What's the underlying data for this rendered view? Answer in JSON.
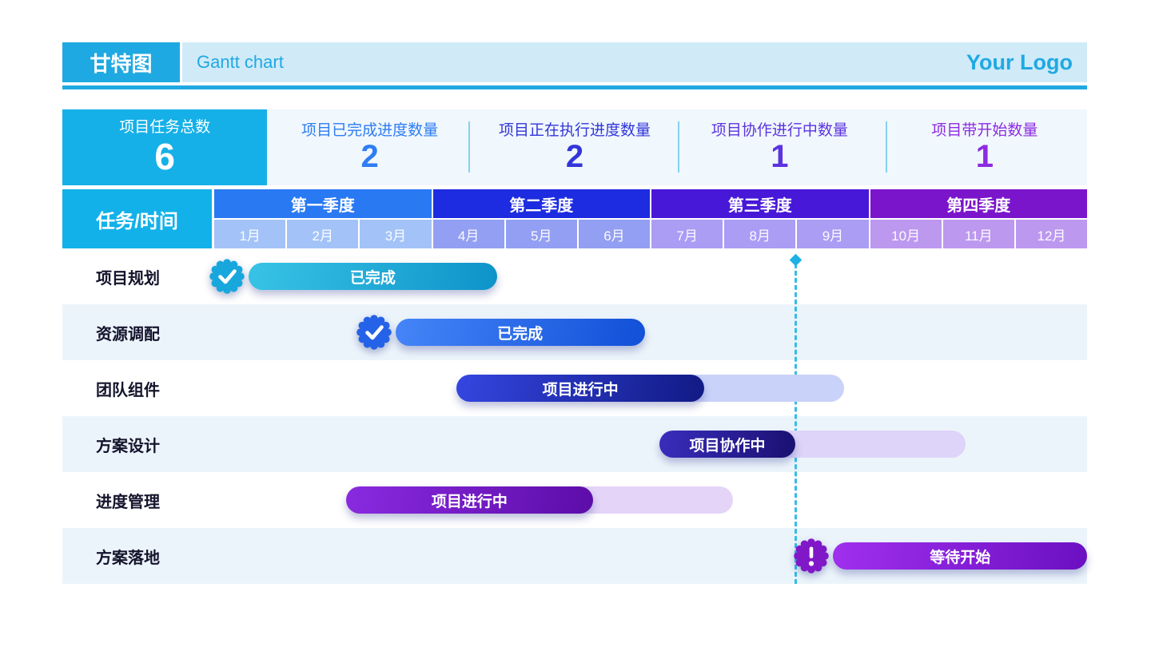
{
  "header": {
    "badge": "甘特图",
    "subtitle": "Gantt chart",
    "logo": "Your Logo",
    "accent": "#1fa9e2"
  },
  "stats": [
    {
      "label": "项目任务总数",
      "value": "6",
      "active": true,
      "bg": "#15b0e8",
      "accent": "#ffffff"
    },
    {
      "label": "项目已完成进度数量",
      "value": "2",
      "accent": "#2e7df2"
    },
    {
      "label": "项目正在执行进度数量",
      "value": "2",
      "accent": "#3236d9"
    },
    {
      "label": "项目协作进行中数量",
      "value": "1",
      "accent": "#5c33e0"
    },
    {
      "label": "项目带开始数量",
      "value": "1",
      "accent": "#8d2be2"
    }
  ],
  "timeline": {
    "corner_label": "任务/时间",
    "quarters": [
      {
        "label": "第一季度",
        "color": "#2979f2",
        "month_bg": "#a3c3f8"
      },
      {
        "label": "第二季度",
        "color": "#1d2ce0",
        "month_bg": "#939ff2"
      },
      {
        "label": "第三季度",
        "color": "#4818d8",
        "month_bg": "#ab9cf4"
      },
      {
        "label": "第四季度",
        "color": "#7b15cb",
        "month_bg": "#bc98ef"
      }
    ],
    "months": [
      "1月",
      "2月",
      "3月",
      "4月",
      "5月",
      "6月",
      "7月",
      "8月",
      "9月",
      "10月",
      "11月",
      "12月"
    ],
    "today_month": 7.99,
    "today_color": "#35bce8"
  },
  "tasks": [
    {
      "name": "项目规划",
      "status": "已完成",
      "badge": "check",
      "badge_color": "#18a7dc",
      "start": 0.47,
      "end": 3.89,
      "track_end": null,
      "track_color": null,
      "gradient": [
        "#38c3e6",
        "#0e93c9"
      ]
    },
    {
      "name": "资源调配",
      "status": "已完成",
      "badge": "check",
      "badge_color": "#2462e8",
      "start": 2.49,
      "end": 5.92,
      "track_end": null,
      "track_color": null,
      "gradient": [
        "#4585f8",
        "#1150d8"
      ]
    },
    {
      "name": "团队组件",
      "status": "项目进行中",
      "badge": null,
      "badge_color": null,
      "start": 3.33,
      "end": 6.74,
      "track_end": 8.66,
      "track_color": "#c9d2f8",
      "gradient": [
        "#3446e0",
        "#121a85"
      ]
    },
    {
      "name": "方案设计",
      "status": "项目协作中",
      "badge": null,
      "badge_color": null,
      "start": 6.12,
      "end": 7.99,
      "track_end": 10.33,
      "track_color": "#ded3f8",
      "gradient": [
        "#3a2dbd",
        "#191070"
      ]
    },
    {
      "name": "进度管理",
      "status": "项目进行中",
      "badge": null,
      "badge_color": null,
      "start": 1.81,
      "end": 5.21,
      "track_end": 7.13,
      "track_color": "#e4d4f8",
      "gradient": [
        "#8a2ae0",
        "#5c0da8"
      ]
    },
    {
      "name": "方案落地",
      "status": "等待开始",
      "badge": "exclaim",
      "badge_color": "#8018c8",
      "start": 8.51,
      "end": 12.0,
      "track_end": null,
      "track_color": null,
      "gradient": [
        "#a030ee",
        "#6b0fc2"
      ]
    }
  ],
  "chart_data": {
    "type": "bar",
    "subtype": "gantt",
    "title": "甘特图 (Gantt chart)",
    "x_axis": {
      "quarters": [
        "第一季度",
        "第二季度",
        "第三季度",
        "第四季度"
      ],
      "months": [
        "1月",
        "2月",
        "3月",
        "4月",
        "5月",
        "6月",
        "7月",
        "8月",
        "9月",
        "10月",
        "11月",
        "12月"
      ],
      "range_months": [
        0,
        12
      ]
    },
    "today_marker_month": 8.0,
    "tasks": [
      {
        "name": "项目规划",
        "status": "已完成",
        "start_month": 1.5,
        "end_month": 3.9,
        "planned_end_month": 3.9
      },
      {
        "name": "资源调配",
        "status": "已完成",
        "start_month": 2.5,
        "end_month": 5.9,
        "planned_end_month": 5.9
      },
      {
        "name": "团队组件",
        "status": "项目进行中",
        "start_month": 3.3,
        "end_month": 6.7,
        "planned_end_month": 8.7
      },
      {
        "name": "方案设计",
        "status": "项目协作中",
        "start_month": 6.1,
        "end_month": 8.0,
        "planned_end_month": 10.3
      },
      {
        "name": "进度管理",
        "status": "项目进行中",
        "start_month": 1.8,
        "end_month": 5.2,
        "planned_end_month": 7.1
      },
      {
        "name": "方案落地",
        "status": "等待开始",
        "start_month": 8.5,
        "end_month": 12.0,
        "planned_end_month": 12.0
      }
    ],
    "summary": {
      "total_tasks": 6,
      "completed": 2,
      "executing": 2,
      "collaborating": 1,
      "waiting_to_start": 1
    },
    "legend_position": "none",
    "grid": false
  }
}
